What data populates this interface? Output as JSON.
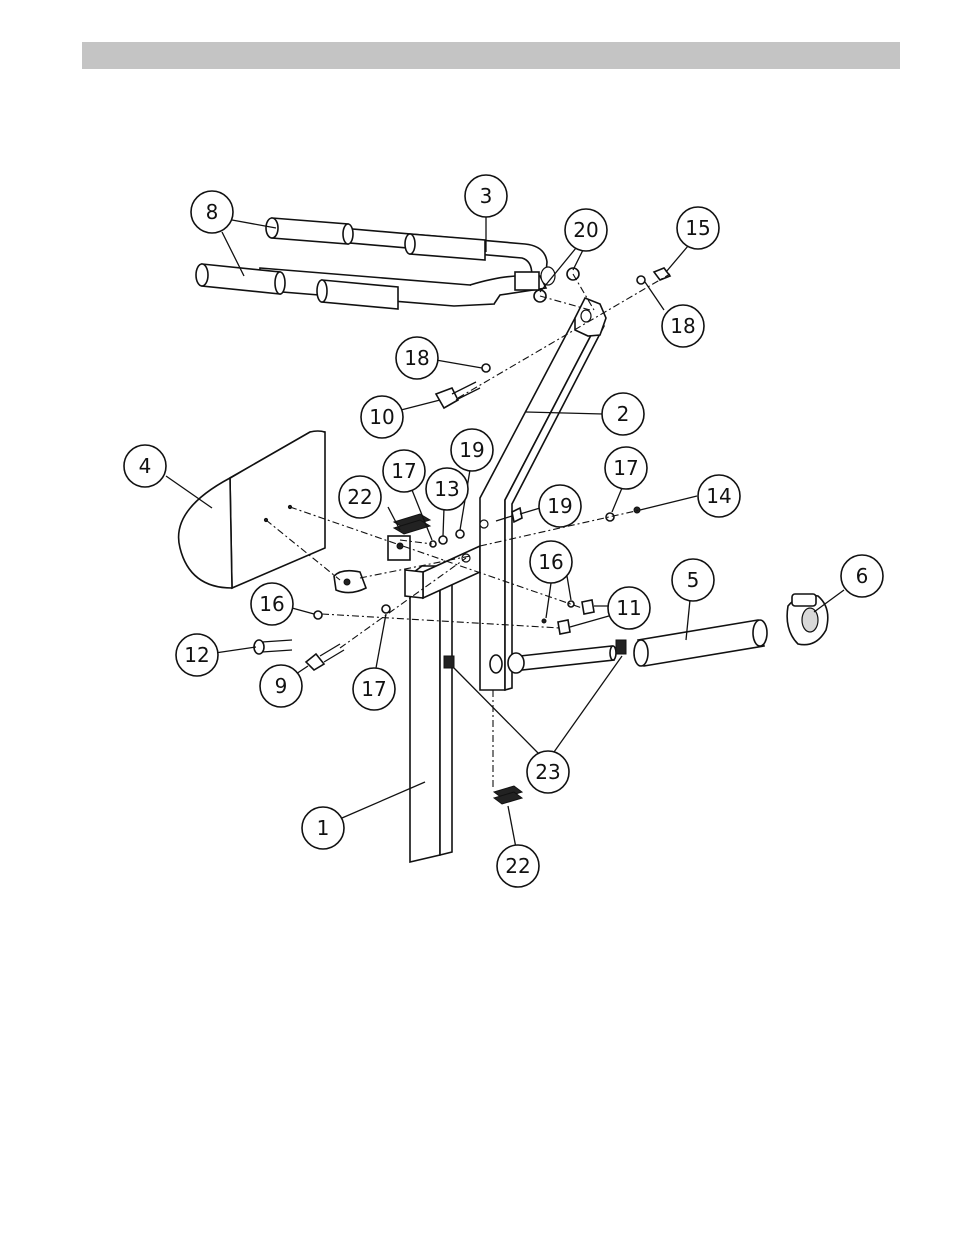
{
  "header_bar": {
    "color": "#c4c4c4"
  },
  "callouts": [
    {
      "id": "c8a",
      "label": "8"
    },
    {
      "id": "c3",
      "label": "3"
    },
    {
      "id": "c20",
      "label": "20"
    },
    {
      "id": "c15",
      "label": "15"
    },
    {
      "id": "c18a",
      "label": "18"
    },
    {
      "id": "c18b",
      "label": "18"
    },
    {
      "id": "c10",
      "label": "10"
    },
    {
      "id": "c2",
      "label": "2"
    },
    {
      "id": "c4",
      "label": "4"
    },
    {
      "id": "c19a",
      "label": "19"
    },
    {
      "id": "c17a",
      "label": "17"
    },
    {
      "id": "c13",
      "label": "13"
    },
    {
      "id": "c22a",
      "label": "22"
    },
    {
      "id": "c17b",
      "label": "17"
    },
    {
      "id": "c14",
      "label": "14"
    },
    {
      "id": "c19b",
      "label": "19"
    },
    {
      "id": "c16a",
      "label": "16"
    },
    {
      "id": "c5",
      "label": "5"
    },
    {
      "id": "c6",
      "label": "6"
    },
    {
      "id": "c16b",
      "label": "16"
    },
    {
      "id": "c11",
      "label": "11"
    },
    {
      "id": "c12",
      "label": "12"
    },
    {
      "id": "c9",
      "label": "9"
    },
    {
      "id": "c17c",
      "label": "17"
    },
    {
      "id": "c23",
      "label": "23"
    },
    {
      "id": "c1",
      "label": "1"
    },
    {
      "id": "c22b",
      "label": "22"
    }
  ]
}
